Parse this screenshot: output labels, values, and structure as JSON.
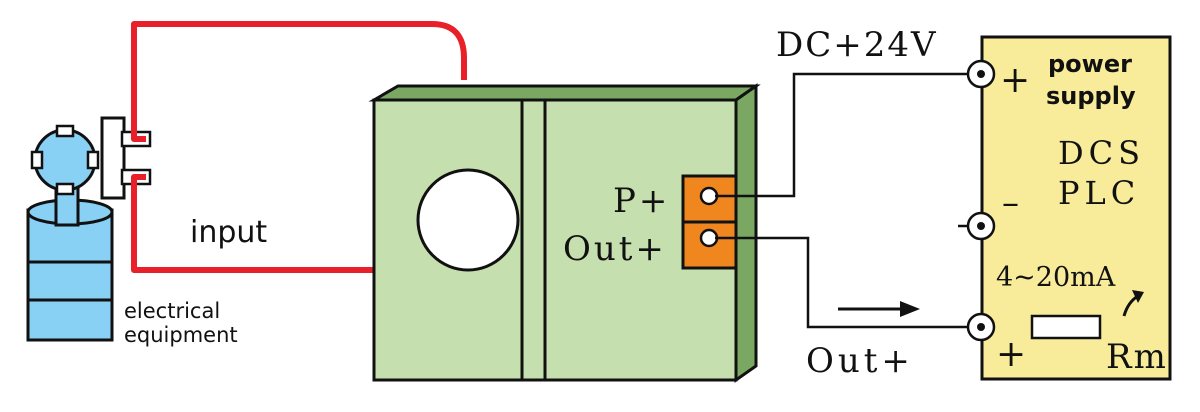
{
  "labels": {
    "input": "input",
    "equipment_line1": "electrical",
    "equipment_line2": "equipment",
    "p_plus": "P+",
    "out_plus_terminal": "Out+",
    "dc_supply": "DC+24V",
    "out_plus_line": "Out+",
    "power_line1": "power",
    "power_line2": "supply",
    "dcs": "DCS",
    "plc": "PLC",
    "current_range": "4~20mA",
    "rm": "Rm",
    "plus_top": "+",
    "minus_mid": "–",
    "plus_bottom": "+"
  },
  "colors": {
    "wire_red": "#e8202a",
    "sensor_box_face": "#c6dfae",
    "sensor_box_side": "#7aa862",
    "terminal_orange": "#f0861e",
    "panel_yellow": "#f8ec9a",
    "equipment_blue": "#88d0f4",
    "line_black": "#111111"
  }
}
